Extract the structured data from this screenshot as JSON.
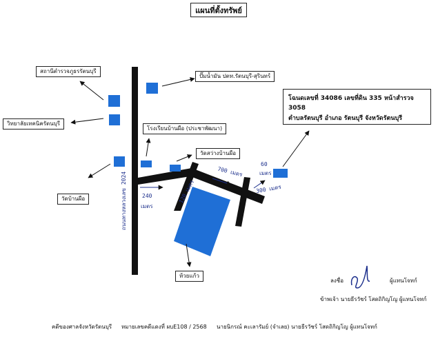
{
  "title": "แผนที่ตั้งทรัพย์",
  "deed": {
    "line1": "โฉนดเลขที่ 34086 เลขที่ดิน 335 หน้าสำรวจ 3058",
    "line2": "ตำบลรัตนบุรี อำเภอ รัตนบุรี จังหวัดรัตนบุรี"
  },
  "places": {
    "police_station": "สถานีตำรวจภูธรรัตนบุรี",
    "gas_station": "ปั๊มน้ำมัน ปตท.รัตนบุรี-สุรินทร์",
    "technical_college": "วิทยาลัยเทคนิครัตนบุรี",
    "school": "โรงเรียนบ้านผือ (ประชาพัฒนา)",
    "temple_wat_sawang": "วัดสว่างบ้านผือ",
    "wat_ban_phue": "วัดบ้านผือ",
    "huai_kaeo": "ห้วยแก้ว"
  },
  "road_labels": {
    "main_road": "ถนนทางหลวงเลข 2024",
    "dist_240": "240",
    "dist_240_unit": "เมตร",
    "dist_120": "120 เมตร",
    "dist_700": "700 เมตร",
    "dist_60": "60",
    "dist_60_unit": "เมตร",
    "dist_300": "300 เมตร"
  },
  "signature": {
    "sign_prefix": "ลงชื่อ",
    "sign_role": "ผู้แทนโจทก์",
    "declaration": "ข้าพเจ้า นายธีรวัชร์ โสดถิกิญโญ ผู้แทนโจทก์"
  },
  "footer": {
    "court": "คดีของศาลจังหวัดรัตนบุรี",
    "case_no": "หมายเลขคดีแดงที่ ผบE108 / 2568",
    "parties": "นายนิกรณ์ คะเลารัมย์ (จำเลย)  นายธีรวัชร์ โสดถิกิญโญ ผู้แทนโจทก์"
  },
  "colors": {
    "marker": "#1f6fd6",
    "road": "#111111",
    "handwriting": "#1c2f8c"
  }
}
